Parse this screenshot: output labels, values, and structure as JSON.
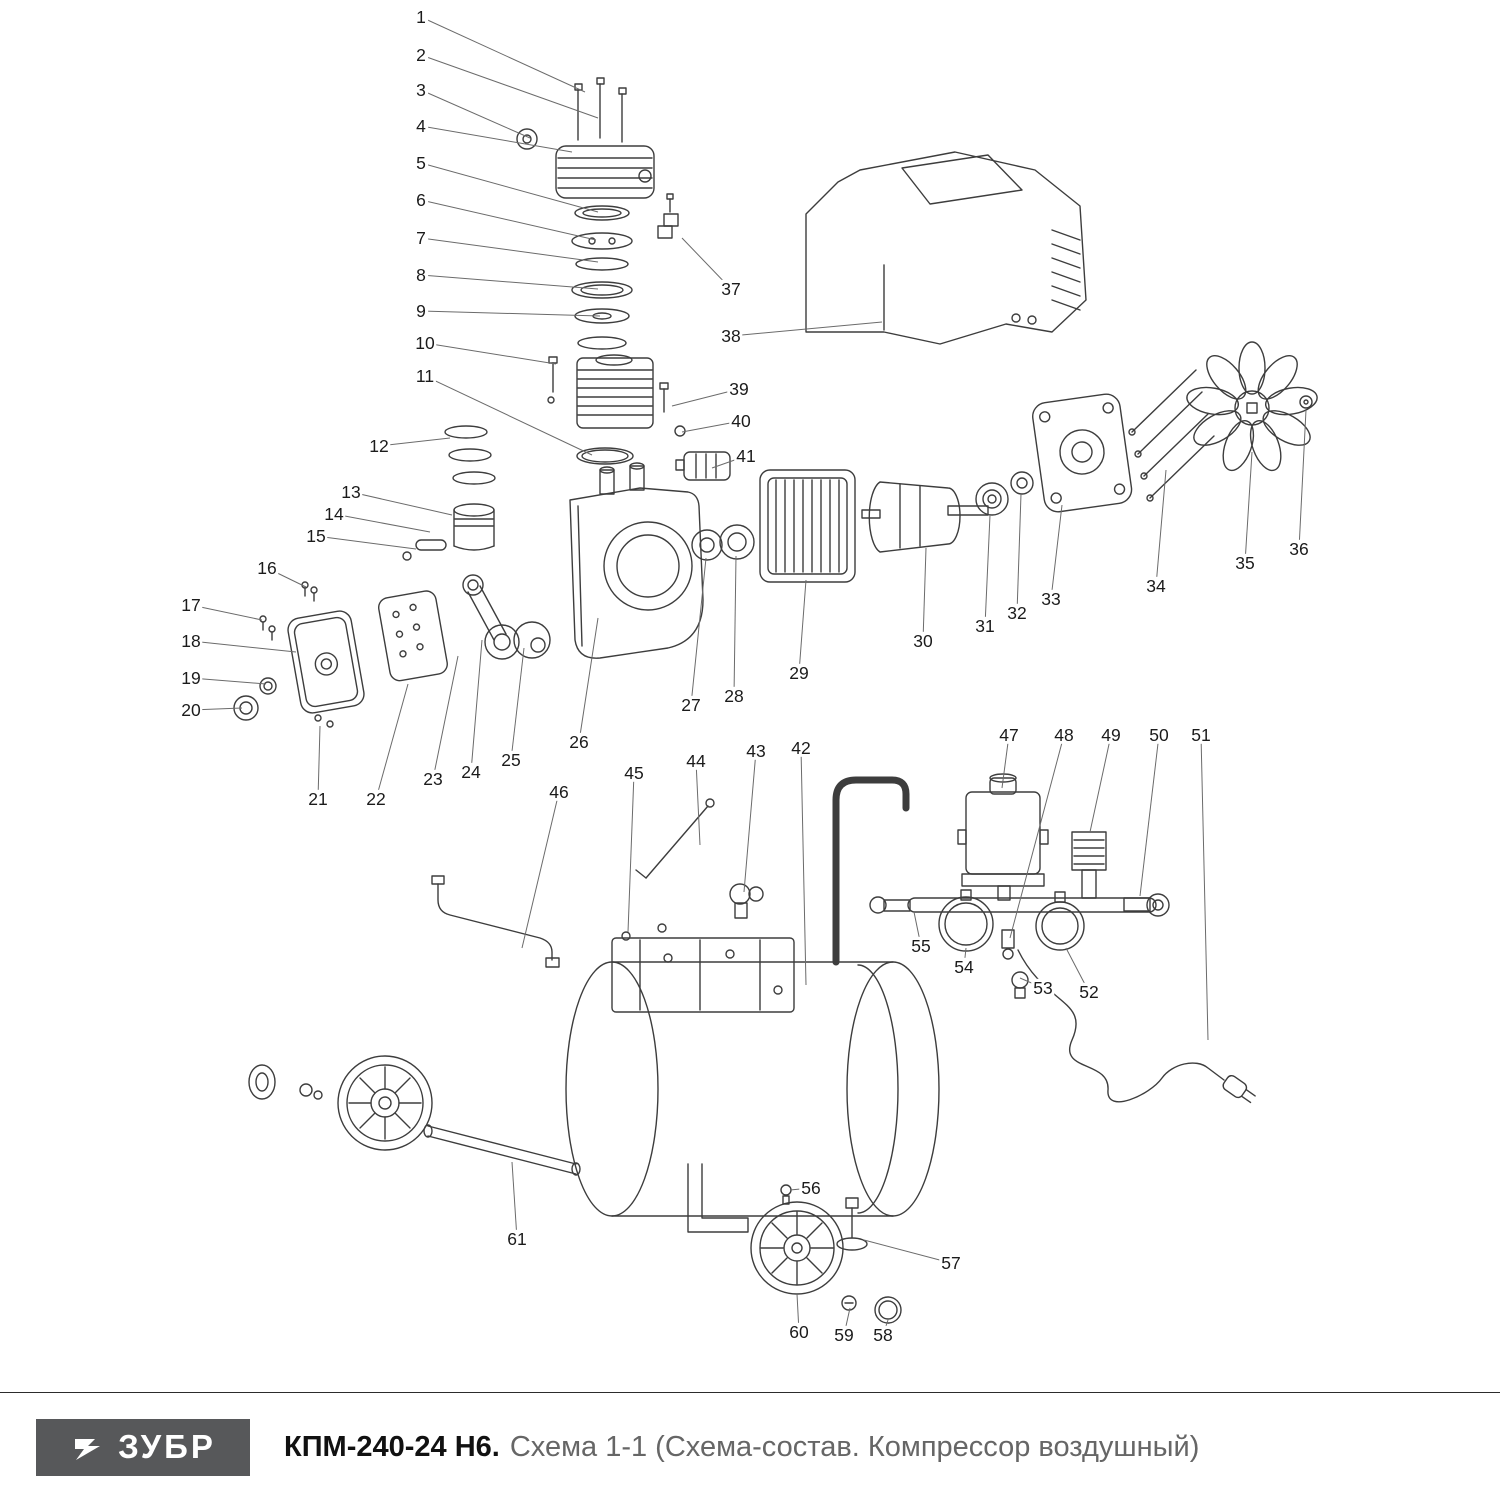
{
  "footer": {
    "brand": "ЗУБР",
    "model": "КПМ-240-24 Н6.",
    "subtitle": "Схема 1-1 (Схема-состав. Компрессор воздушный)",
    "logo_bg": "#57585a",
    "logo_text_color": "#ffffff"
  },
  "diagram": {
    "description": "Exploded-view parts diagram of an air compressor with numbered callouts",
    "line_color": "#3d3d3d",
    "part_count": 61,
    "parts": [
      "1",
      "2",
      "3",
      "4",
      "5",
      "6",
      "7",
      "8",
      "9",
      "10",
      "11",
      "12",
      "13",
      "14",
      "15",
      "16",
      "17",
      "18",
      "19",
      "20",
      "21",
      "22",
      "23",
      "24",
      "25",
      "26",
      "27",
      "28",
      "29",
      "30",
      "31",
      "32",
      "33",
      "34",
      "35",
      "36",
      "37",
      "38",
      "39",
      "40",
      "41",
      "42",
      "43",
      "44",
      "45",
      "46",
      "47",
      "48",
      "49",
      "50",
      "51",
      "52",
      "53",
      "54",
      "55",
      "56",
      "57",
      "58",
      "59",
      "60",
      "61"
    ]
  }
}
